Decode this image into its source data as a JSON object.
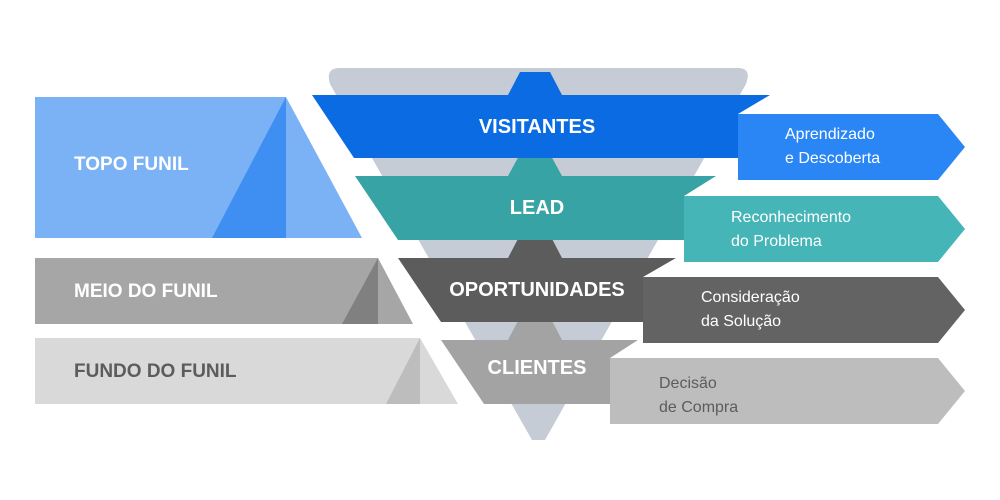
{
  "stages": {
    "topo": {
      "label": "TOPO FUNIL"
    },
    "meio": {
      "label": "MEIO DO FUNIL"
    },
    "fundo": {
      "label": "FUNDO DO FUNIL"
    }
  },
  "funnel": {
    "visitantes": {
      "label": "VISITANTES"
    },
    "lead": {
      "label": "LEAD"
    },
    "oportunidades": {
      "label": "OPORTUNIDADES"
    },
    "clientes": {
      "label": "CLIENTES"
    }
  },
  "phases": {
    "aprendizado": {
      "line1": "Aprendizado",
      "line2": "e Descoberta"
    },
    "reconhecimento": {
      "line1": "Reconhecimento",
      "line2": "do Problema"
    },
    "consideracao": {
      "line1": "Consideração",
      "line2": "da Solução"
    },
    "decisao": {
      "line1": "Decisão",
      "line2": "de Compra"
    }
  },
  "colors": {
    "topo_light": "#7BB1F5",
    "topo_dark": "#3F8EF2",
    "meio": "#A6A6A6",
    "meio_dark": "#808080",
    "fundo": "#D9D9D9",
    "fundo_dark": "#BDBDBD",
    "funnel_bg": "#C5CCD6",
    "visitantes": "#0A6BE3",
    "lead": "#37A3A5",
    "oportunidades": "#5C5C5C",
    "clientes": "#A3A3A3",
    "phase_blue": "#2A86F5",
    "phase_teal": "#45B5B8",
    "phase_dark": "#636363",
    "phase_light": "#BDBDBD"
  }
}
